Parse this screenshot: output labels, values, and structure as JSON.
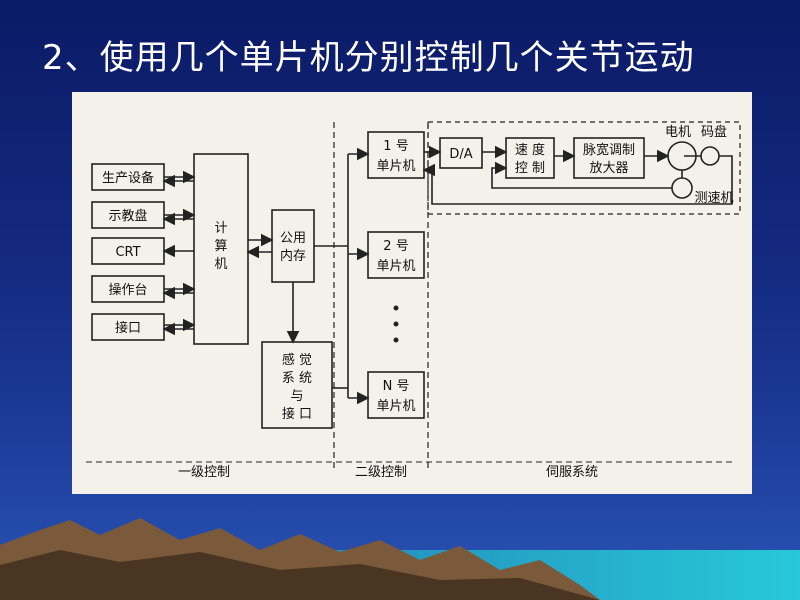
{
  "slide": {
    "title": "2、使用几个单片机分别控制几个关节运动"
  },
  "diagram": {
    "left_blocks": [
      "生产设备",
      "示教盘",
      "CRT",
      "操作台",
      "接口"
    ],
    "computer": [
      "计",
      "算",
      "机"
    ],
    "memory": [
      "公用",
      "内存"
    ],
    "sensor": [
      "感 觉",
      "系 统",
      "与",
      "接 口"
    ],
    "mcu": [
      {
        "top": "1  号",
        "bottom": "单片机"
      },
      {
        "top": "2  号",
        "bottom": "单片机"
      },
      {
        "top": "N  号",
        "bottom": "单片机"
      }
    ],
    "da": "D/A",
    "speed_ctrl": [
      "速  度",
      "控  制"
    ],
    "pwm_amp": [
      "脉宽调制",
      "放大器"
    ],
    "motor_label": "电机",
    "encoder_label": "码盘",
    "tacho_label": "测速机",
    "levels": [
      "一级控制",
      "二级控制",
      "伺服系统"
    ]
  }
}
